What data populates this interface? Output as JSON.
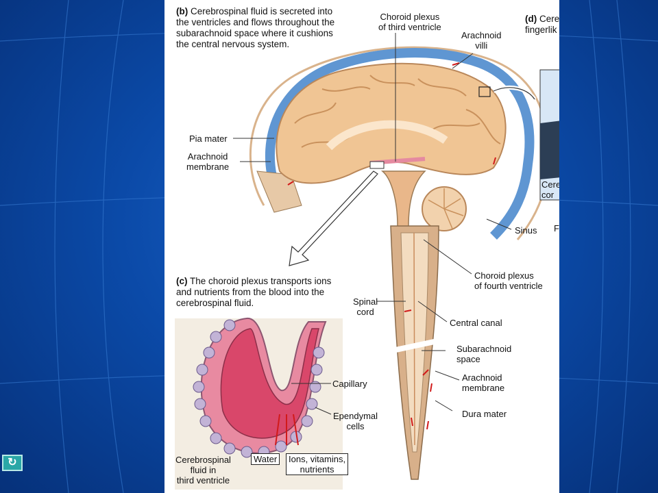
{
  "panel_b": {
    "letter": "(b)",
    "text_lines": [
      "Cerebrospinal fluid is secreted into",
      "the ventricles and flows throughout the",
      "subarachnoid space where it cushions",
      "the central nervous system."
    ]
  },
  "panel_c": {
    "letter": "(c)",
    "text_lines": [
      "The choroid plexus transports ions",
      "and nutrients from the blood into the",
      "cerebrospinal fluid."
    ]
  },
  "panel_d": {
    "letter": "(d)",
    "text_lines": [
      "Cere",
      "fingerlik"
    ],
    "frag_lines": [
      "Cere",
      "cor"
    ],
    "frag_p": "F"
  },
  "labels": {
    "choroid_third": [
      "Choroid plexus",
      "of third ventricle"
    ],
    "arachnoid_villi": [
      "Arachnoid",
      "villi"
    ],
    "pia_mater": "Pia mater",
    "arachnoid_membrane_top": [
      "Arachnoid",
      "membrane"
    ],
    "sinus": "Sinus",
    "choroid_fourth": [
      "Choroid plexus",
      "of fourth ventricle"
    ],
    "spinal_cord": [
      "Spinal",
      "cord"
    ],
    "central_canal": "Central canal",
    "subarachnoid_space": [
      "Subarachnoid",
      "space"
    ],
    "arachnoid_membrane_bottom": [
      "Arachnoid",
      "membrane"
    ],
    "dura_mater": "Dura mater",
    "capillary": "Capillary",
    "ependymal_cells": [
      "Ependymal",
      "cells"
    ],
    "csf_third": [
      "Cerebrospinal",
      "fluid in",
      "third ventricle"
    ],
    "water": "Water",
    "ions": [
      "Ions, vitamins,",
      "nutrients"
    ]
  },
  "nav": {
    "return_glyph": "↻"
  },
  "colors": {
    "slide_bg": "#0b4aa8",
    "csf_blue": "#5f96d2",
    "brain_tan": "#f0c594",
    "capillary_pink": "#d9476a",
    "flow_red": "#d11a1a"
  }
}
